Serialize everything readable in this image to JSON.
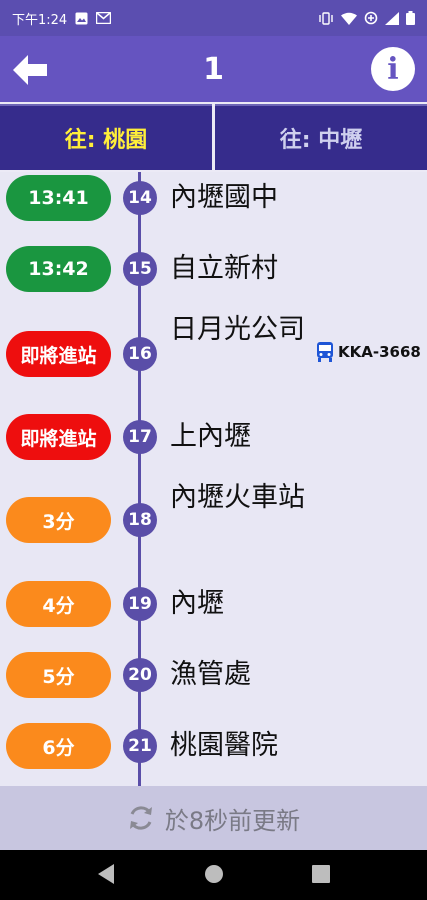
{
  "status_bar": {
    "time": "下午1:24"
  },
  "header": {
    "title": "1"
  },
  "tabs": [
    {
      "label": "往: 桃園",
      "active": true
    },
    {
      "label": "往: 中壢",
      "active": false
    }
  ],
  "stops": [
    {
      "eta": "13:41",
      "eta_color": "green",
      "seq": "14",
      "name": "內壢國中",
      "bus": ""
    },
    {
      "eta": "13:42",
      "eta_color": "green",
      "seq": "15",
      "name": "自立新村",
      "bus": ""
    },
    {
      "eta": "即將進站",
      "eta_color": "red",
      "seq": "16",
      "name": "日月光公司",
      "bus": "KKA-3668"
    },
    {
      "eta": "即將進站",
      "eta_color": "red",
      "seq": "17",
      "name": "上內壢",
      "bus": ""
    },
    {
      "eta": "3分",
      "eta_color": "orange",
      "seq": "18",
      "name": "內壢火車站",
      "bus": ""
    },
    {
      "eta": "4分",
      "eta_color": "orange",
      "seq": "19",
      "name": "內壢",
      "bus": ""
    },
    {
      "eta": "5分",
      "eta_color": "orange",
      "seq": "20",
      "name": "漁管處",
      "bus": ""
    },
    {
      "eta": "6分",
      "eta_color": "orange",
      "seq": "21",
      "name": "桃園醫院",
      "bus": ""
    }
  ],
  "footer": {
    "update_text": "於8秒前更新"
  },
  "colors": {
    "primary": "#6554c0",
    "tab_bg": "#362c8c",
    "active_tab_text": "#ffee3a",
    "eta_green": "#1a9640",
    "eta_red": "#ee0e0e",
    "eta_orange": "#fb8a1c"
  },
  "icons": {
    "back": "arrow-left-icon",
    "info": "info-icon",
    "bus": "bus-icon",
    "refresh": "refresh-icon"
  }
}
